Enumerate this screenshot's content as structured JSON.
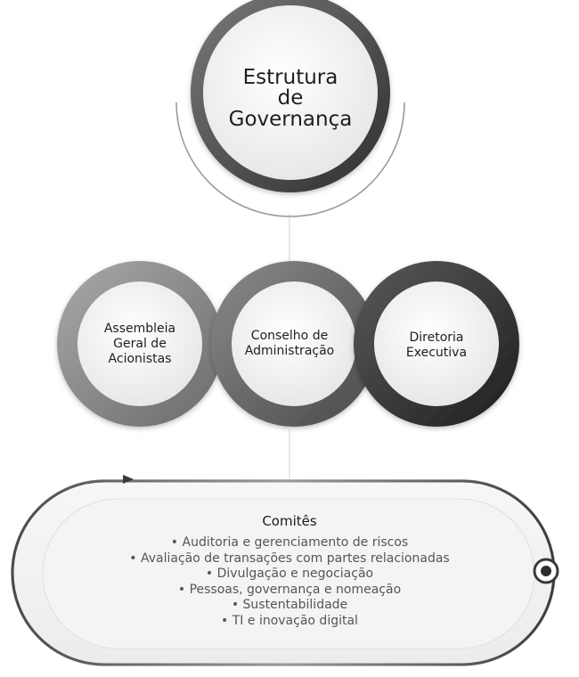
{
  "title": {
    "line1": "Estrutura",
    "line2": "de",
    "line3": "Governança"
  },
  "bodies": [
    {
      "line1": "Assembleia",
      "line2": "Geral de",
      "line3": "Acionistas"
    },
    {
      "line1": "Conselho de",
      "line2": "Administração"
    },
    {
      "line1": "Diretoria",
      "line2": "Executiva"
    }
  ],
  "committees": {
    "title": "Comitês",
    "items": [
      "Auditoria e gerenciamento de riscos",
      "Avaliação de transações com partes relacionadas",
      "Divulgação e negociação",
      "Pessoas, governança e nomeação",
      "Sustentabilidade",
      "TI e inovação digital"
    ]
  },
  "colors": {
    "ring_light": "#8e8e8e",
    "ring_mid": "#6e6e6e",
    "ring_dark": "#3a3a3a",
    "inner_fill": "#f2f2f2",
    "connector": "#d4d4d4"
  }
}
